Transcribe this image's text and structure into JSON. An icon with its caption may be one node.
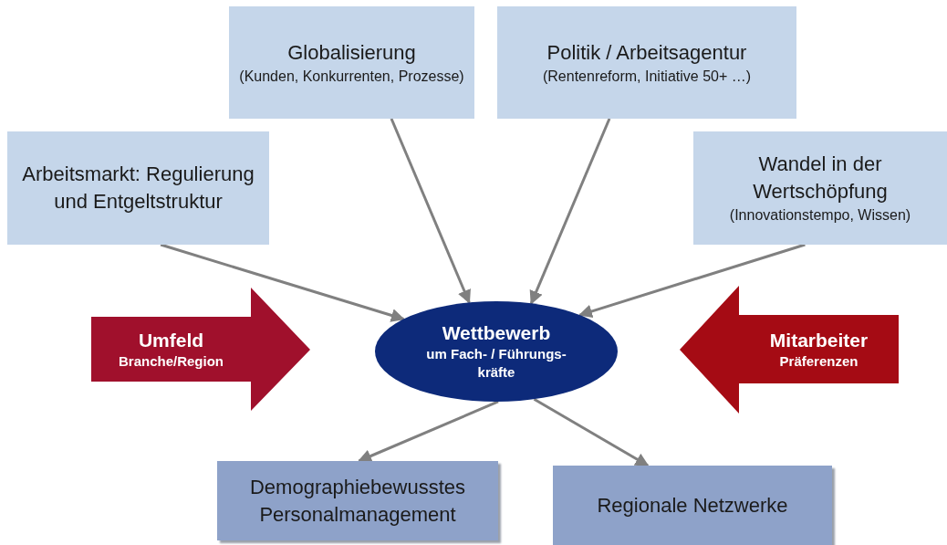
{
  "diagram": {
    "nodes": [
      {
        "text": [
          "Globalisierung",
          "(Kunden, Konkurrenten, Prozesse)"
        ]
      },
      {
        "text": [
          "Politik / Arbeitsagentur",
          "(Rentenreform, Initiative 50+ …)"
        ]
      },
      {
        "text": [
          "Arbeitsmarkt: Regulierung und Entgeltstruktur"
        ]
      },
      {
        "text": [
          "Wandel in der Wertschöpfung",
          "(Innovationstempo, Wissen)"
        ]
      },
      {
        "text": [
          "Wettbewerb",
          "um Fach- / Führungs- kräfte"
        ]
      },
      {
        "text": [
          "Umfeld",
          "Branche/Region"
        ]
      },
      {
        "text": [
          "Mitarbeiter",
          "Präferenzen"
        ]
      },
      {
        "text": [
          "Demographiebewusstes Personalmanagement"
        ]
      },
      {
        "text": [
          "Regionale Netzwerke"
        ]
      }
    ],
    "edges": [
      {
        "from": 0,
        "to": 4,
        "arrow": "to"
      },
      {
        "from": 1,
        "to": 4,
        "arrow": "to"
      },
      {
        "from": 2,
        "to": 4,
        "arrow": "to"
      },
      {
        "from": 3,
        "to": 4,
        "arrow": "to"
      },
      {
        "from": 4,
        "to": 7,
        "arrow": "to"
      },
      {
        "from": 4,
        "to": 8,
        "arrow": "to"
      }
    ]
  }
}
